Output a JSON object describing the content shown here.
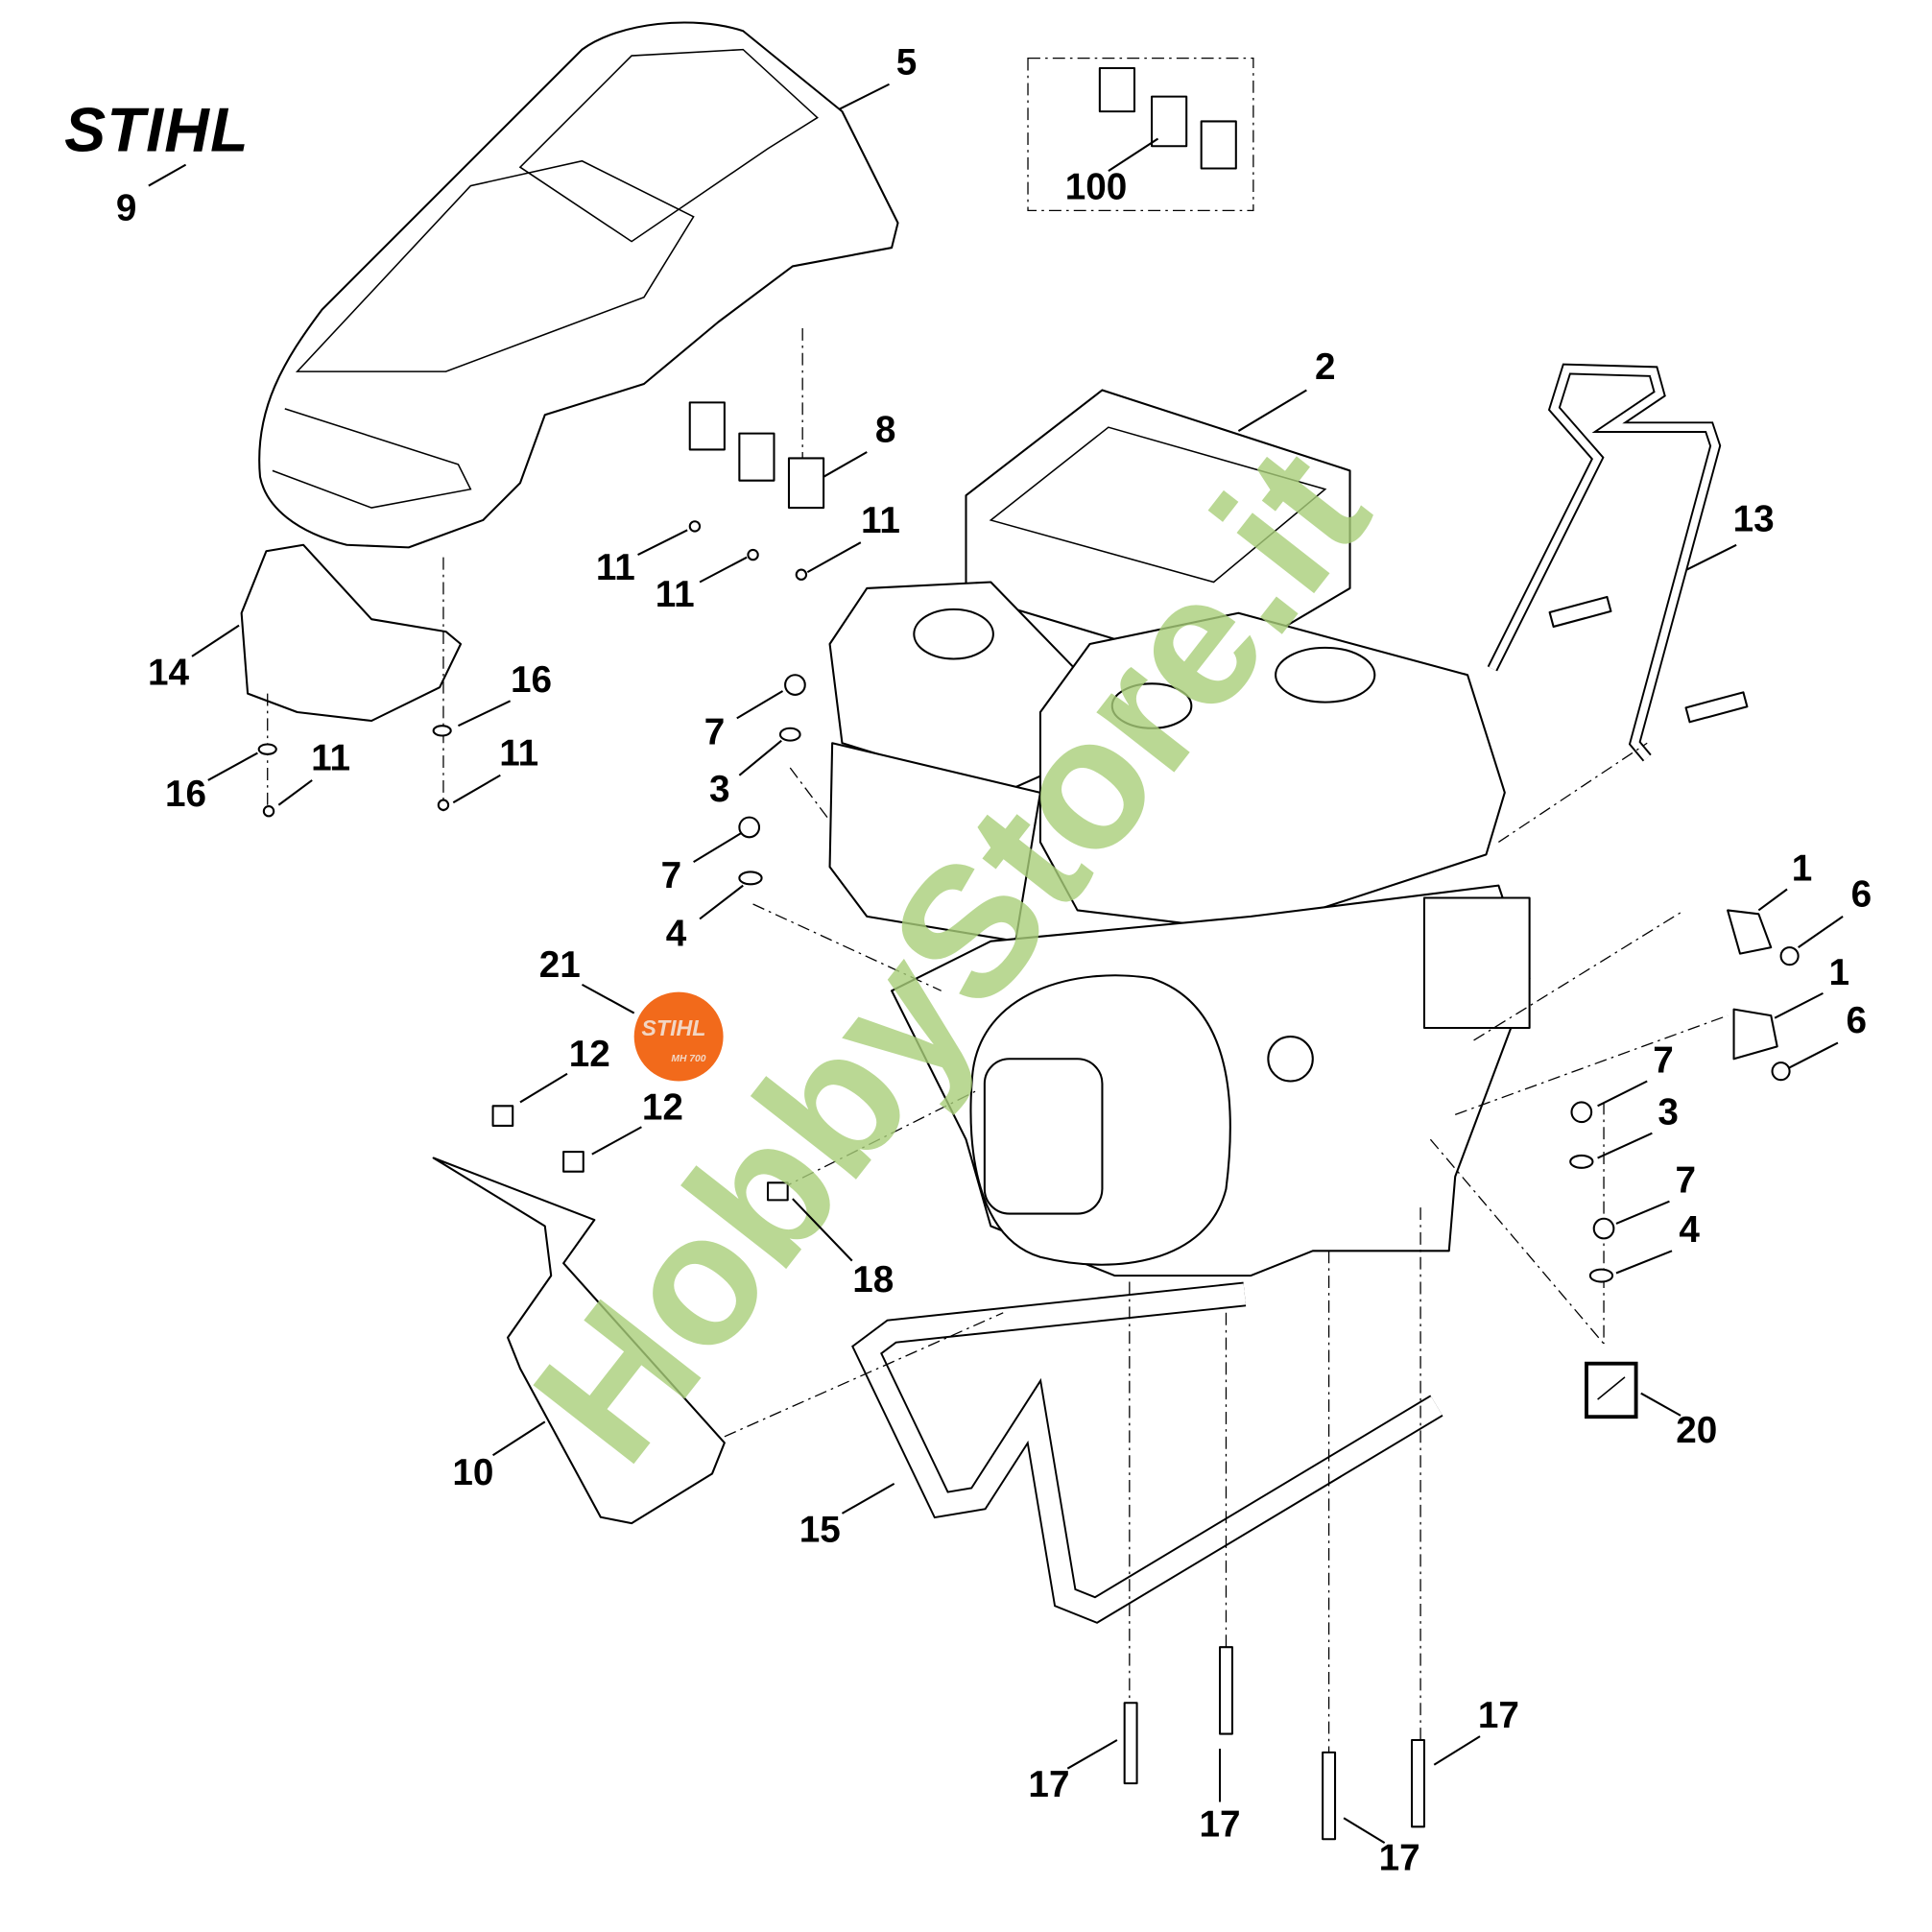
{
  "brand_logo": "STIHL",
  "watermark": "HobbyStore.it",
  "decal_badge": {
    "brand": "STIHL",
    "model": "MH 700",
    "color": "#f26a1b"
  },
  "callouts": [
    "9",
    "5",
    "100",
    "2",
    "8",
    "11",
    "11",
    "11",
    "13",
    "14",
    "16",
    "16",
    "11",
    "11",
    "7",
    "3",
    "7",
    "4",
    "21",
    "12",
    "12",
    "18",
    "1",
    "6",
    "1",
    "6",
    "7",
    "3",
    "7",
    "4",
    "20",
    "10",
    "15",
    "17",
    "17",
    "17",
    "17"
  ]
}
